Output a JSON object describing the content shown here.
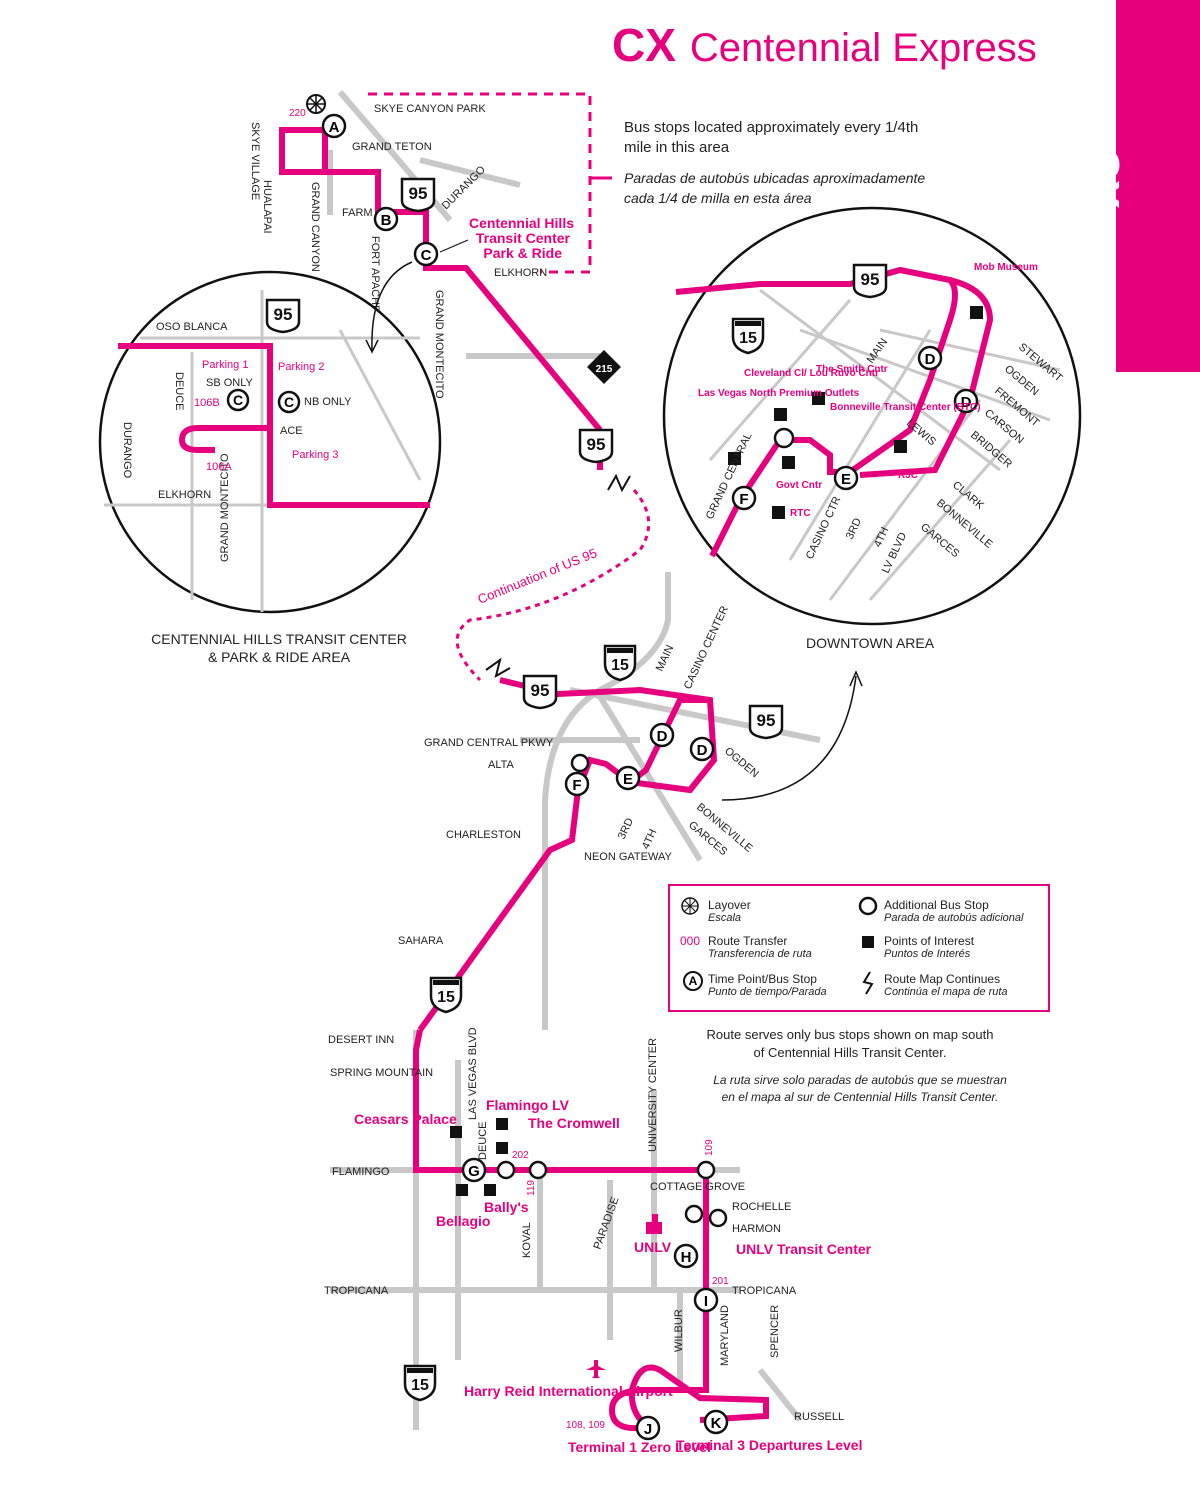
{
  "title": {
    "code": "CX",
    "name": "Centennial Express"
  },
  "tab_label": "CX",
  "notes": {
    "stops_en": "Bus stops located approximately every 1/4th mile in this area",
    "stops_es": "Paradas de autobús ubicadas aproximadamente cada 1/4 de milla en esta área",
    "south_en": "Route serves only bus stops shown on map south of Centennial Hills Transit Center.",
    "south_es": "La ruta sirve solo paradas de autobús que se muestran en el mapa al sur de Centennial Hills Transit Center."
  },
  "inset_captions": {
    "left": "CENTENNIAL HILLS TRANSIT CENTER & PARK & RIDE AREA",
    "right": "DOWNTOWN AREA"
  },
  "legend": {
    "layover": {
      "en": "Layover",
      "es": "Escala",
      "icon": "layover-wheel-icon"
    },
    "additional": {
      "en": "Additional Bus Stop",
      "es": "Parada de autobús adicional"
    },
    "transfer": {
      "code": "000",
      "en": "Route Transfer",
      "es": "Transferencia de ruta"
    },
    "poi": {
      "en": "Points of Interest",
      "es": "Puntos de Interés"
    },
    "timepoint": {
      "letter": "A",
      "en": "Time Point/Bus Stop",
      "es": "Punto de tiempo/Parada"
    },
    "continues": {
      "en": "Route Map Continues",
      "es": "Continúa el mapa de ruta"
    }
  },
  "continuation_label": "Continuation of US 95",
  "highways": {
    "us95": "95",
    "i15": "15",
    "cc215": "215"
  },
  "colors": {
    "route": "#e6007e",
    "road": "#c8c8c8",
    "text": "#222222"
  },
  "top": {
    "transfer": "220",
    "streets": [
      "SKYE CANYON PARK",
      "SKYE VILLAGE",
      "GRAND TETON",
      "HUALAPAI",
      "GRAND CANYON",
      "FARM",
      "FORT APACHE",
      "DURANGO",
      "ELKHORN",
      "GRAND MONTECITO"
    ],
    "center_label": [
      "Centennial Hills",
      "Transit Center",
      "Park & Ride"
    ]
  },
  "left_inset": {
    "streets": [
      "OSO BLANCA",
      "DEUCE",
      "DURANGO",
      "ACE",
      "ELKHORN",
      "GRAND MONTECITO",
      "SB ONLY",
      "NB ONLY"
    ],
    "transfers": [
      "106B",
      "106A"
    ],
    "parking": [
      "Parking 1",
      "Parking 2",
      "Parking 3"
    ]
  },
  "right_inset": {
    "streets": [
      "MAIN",
      "STEWART",
      "OGDEN",
      "FREMONT",
      "CARSON",
      "BRIDGER",
      "LEWIS",
      "CLARK",
      "BONNEVILLE",
      "GARCES",
      "GRAND CENTRAL",
      "CASINO CTR",
      "3RD",
      "4TH",
      "LV BLVD"
    ],
    "pois": [
      "Mob Museum",
      "The Smith Cntr",
      "Cleveland Cl/ Lou Ruvo Cntr",
      "Las Vegas North Premium Outlets",
      "Bonneville Transit Center (BTC)",
      "RJC",
      "Govt Cntr",
      "RTC"
    ]
  },
  "mid": {
    "streets": [
      "MAIN",
      "CASINO CENTER",
      "GRAND CENTRAL PKWY",
      "ALTA",
      "OGDEN",
      "BONNEVILLE",
      "GARCES",
      "3RD",
      "4TH",
      "CHARLESTON",
      "NEON GATEWAY",
      "SAHARA"
    ]
  },
  "south": {
    "streets": [
      "DESERT INN",
      "SPRING MOUNTAIN",
      "LAS VEGAS BLVD",
      "FLAMINGO",
      "DEUCE",
      "KOVAL",
      "PARADISE",
      "UNIVERSITY CENTER",
      "COTTAGE GROVE",
      "ROCHELLE",
      "HARMON",
      "TROPICANA",
      "WILBUR",
      "MARYLAND",
      "SPENCER",
      "RUSSELL"
    ],
    "transfers": [
      "202",
      "119",
      "109",
      "201",
      "108, 109"
    ],
    "pois": [
      "Flamingo LV",
      "The Cromwell",
      "Ceasars Palace",
      "Bellagio",
      "Bally's",
      "UNLV",
      "UNLV Transit Center",
      "Harry Reid International Airport",
      "Terminal 1 Zero Level",
      "Terminal 3 Departures Level"
    ]
  }
}
